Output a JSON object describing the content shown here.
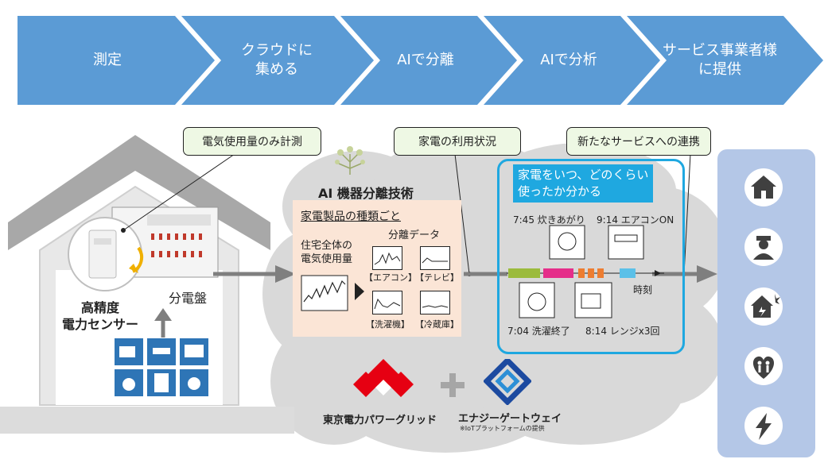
{
  "process_steps": [
    {
      "label": "測定"
    },
    {
      "label": "クラウドに\n集める"
    },
    {
      "label": "AIで分離"
    },
    {
      "label": "AIで分析"
    },
    {
      "label": "サービス事業者様\nに提供"
    }
  ],
  "callouts": {
    "measure": "電気使用量のみ計測",
    "usage": "家電の利用状況",
    "service": "新たなサービスへの連携"
  },
  "house": {
    "sensor_label": "高精度\n電力センサー",
    "panel_label": "分電盤"
  },
  "ai": {
    "title": "AI 機器分離技術",
    "subtitle": "家電製品の種類ごと",
    "separated": "分離データ",
    "total_label": "住宅全体の\n電気使用量",
    "tags": [
      "【エアコン】",
      "【テレビ】",
      "【洗濯機】",
      "【冷蔵庫】"
    ]
  },
  "usage_box": {
    "headline": "家電をいつ、どのくらい\n使ったか分かる",
    "events_top": [
      "7:45 炊きあがり",
      "9:14 エアコンON"
    ],
    "events_bottom": [
      "7:04 洗濯終了",
      "8:14 レンジx3回"
    ],
    "axis_label": "時刻"
  },
  "logos": {
    "tepco": "東京電力パワーグリッド",
    "energy_gateway": "エナジーゲートウェイ",
    "energy_gateway_note": "※IoTプラットフォームの提供"
  },
  "services": [
    "house-icon",
    "guard-icon",
    "disaster-house-icon",
    "care-heart-icon",
    "lightning-icon"
  ],
  "colors": {
    "chevron": "#5b9bd5",
    "callout_bg": "#eef8e4",
    "cloud": "#d9d9d9",
    "usage_border": "#1fa8e0",
    "usage_headline": "#1fa8e0",
    "service_panel": "#b4c7e7",
    "service_icon": "#404040",
    "tepco_red": "#e60012",
    "gateway_blue": "#1c4aa0"
  }
}
